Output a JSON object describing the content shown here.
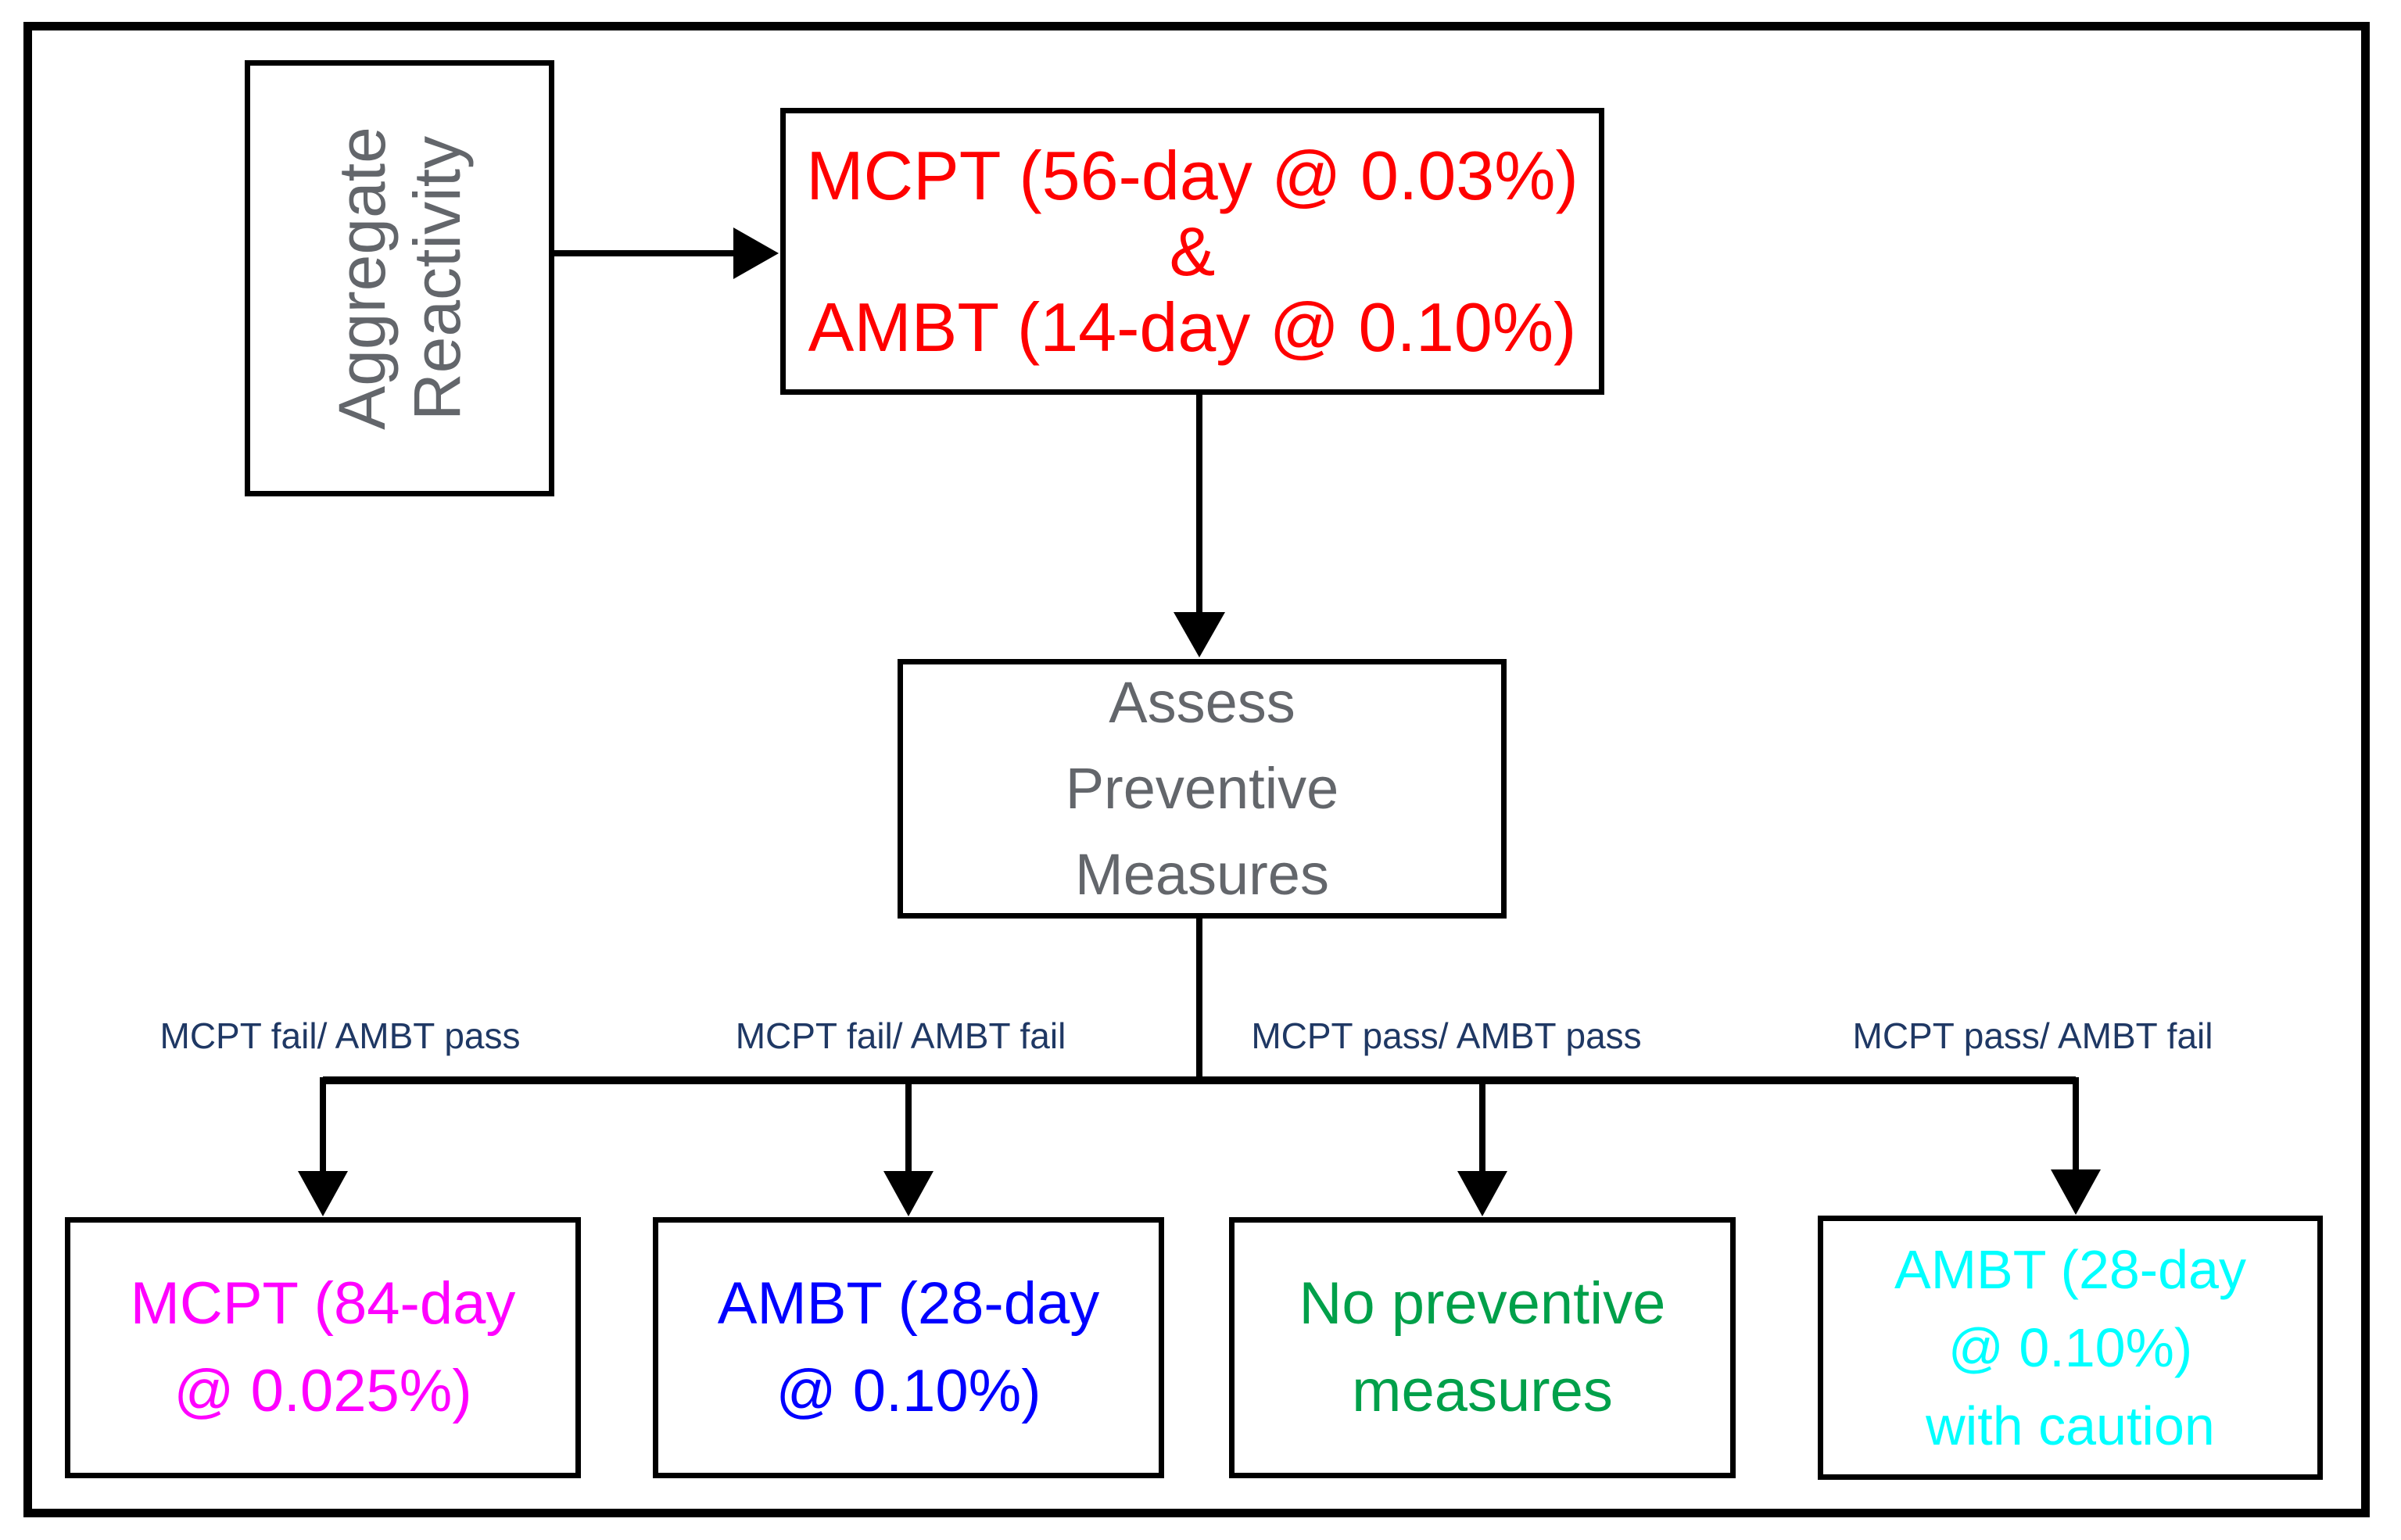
{
  "diagram": {
    "title": "Aggregate reactivity preventive-measures flowchart",
    "colors": {
      "border_and_lines": "#000000",
      "gray_text": "#63666b",
      "tests_red": "#ff0000",
      "branch_label_navy": "#1f3864",
      "outcome_magenta": "#ff00ff",
      "outcome_blue": "#0000ff",
      "outcome_green": "#00a04a",
      "outcome_cyan": "#00ffff",
      "background": "#ffffff"
    },
    "nodes": {
      "aggregate": {
        "lines": [
          "Aggregate",
          "Reactivity"
        ]
      },
      "tests": {
        "lines": [
          "MCPT (56-day @ 0.03%)",
          "&",
          "AMBT (14-day @ 0.10%)"
        ]
      },
      "assess": {
        "lines": [
          "Assess",
          "Preventive",
          "Measures"
        ]
      },
      "outcome1": {
        "lines": [
          "MCPT (84-day",
          "@ 0.025%)"
        ]
      },
      "outcome2": {
        "lines": [
          "AMBT (28-day",
          "@ 0.10%)"
        ]
      },
      "outcome3": {
        "lines": [
          "No preventive",
          "measures"
        ]
      },
      "outcome4": {
        "lines": [
          "AMBT (28-day",
          "@ 0.10%)",
          "with caution"
        ]
      }
    },
    "branch_labels": [
      "MCPT fail/ AMBT pass",
      "MCPT fail/ AMBT fail",
      "MCPT pass/ AMBT pass",
      "MCPT pass/ AMBT fail"
    ]
  }
}
